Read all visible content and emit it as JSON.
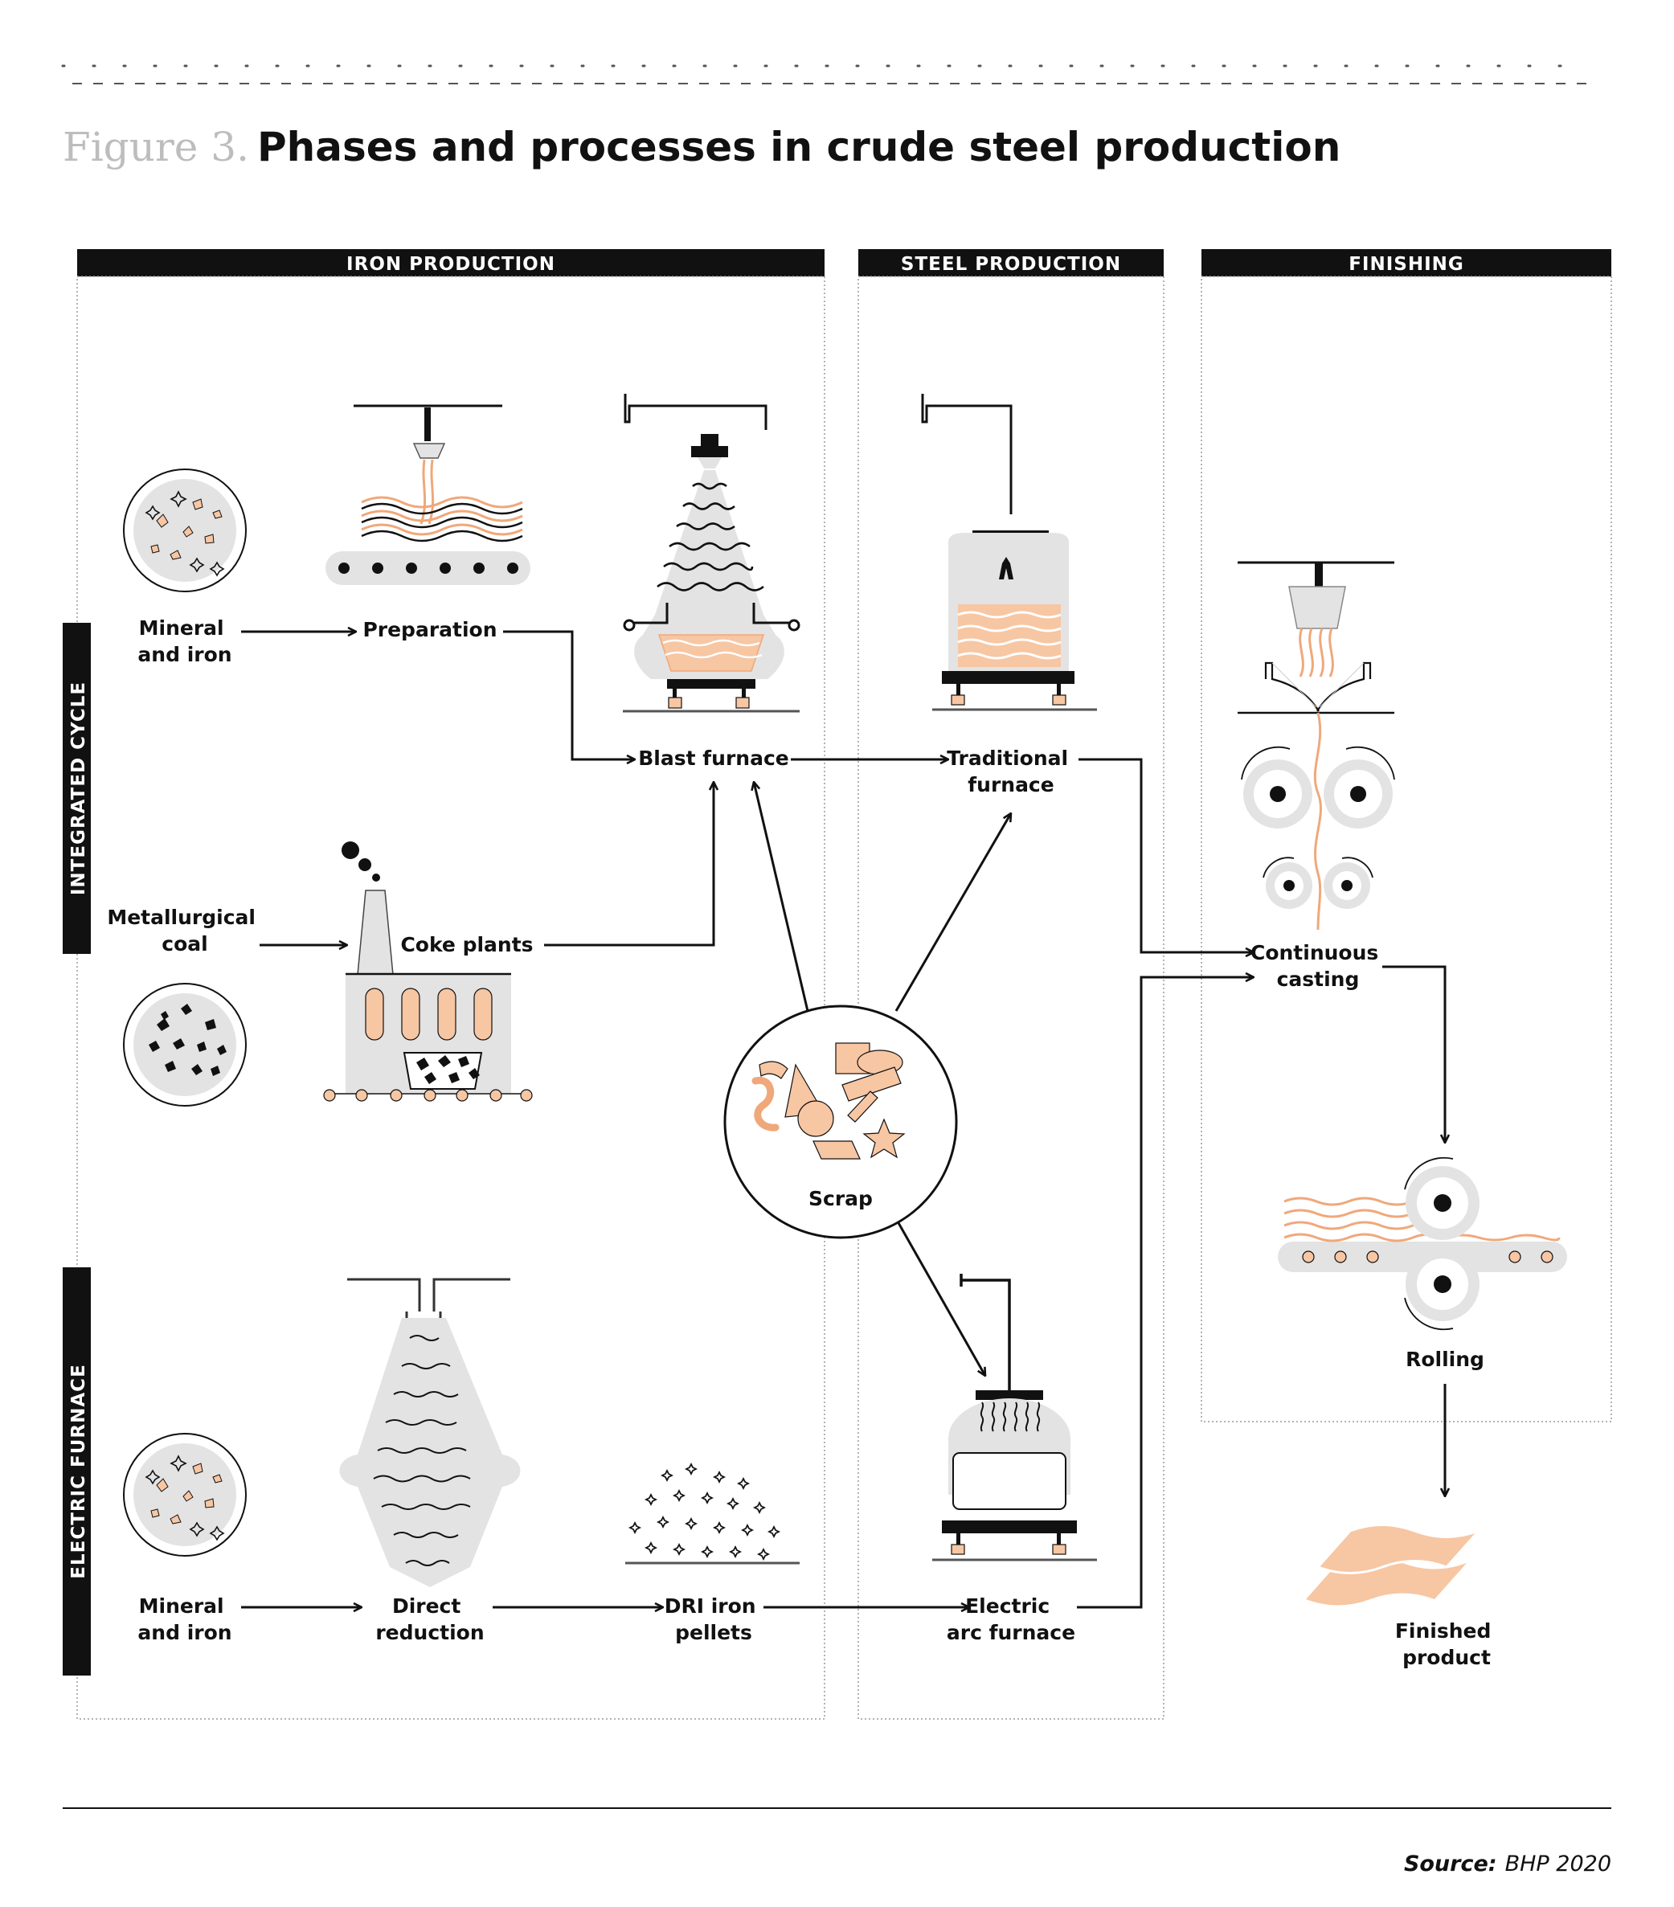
{
  "title": {
    "prefix": "Figure 3.",
    "text": "Phases and processes in crude steel production"
  },
  "columns": {
    "iron_production": "IRON PRODUCTION",
    "steel_production": "STEEL PRODUCTION",
    "finishing": "FINISHING"
  },
  "rows": {
    "integrated_cycle": "INTEGRATED CYCLE",
    "electric_furnace": "ELECTRIC FURNACE"
  },
  "nodes": {
    "mineral_iron_top": [
      "Mineral",
      "and iron"
    ],
    "preparation": "Preparation",
    "blast_furnace": "Blast furnace",
    "traditional_furnace": [
      "Traditional",
      "furnace"
    ],
    "metallurgical_coal": [
      "Metallurgical",
      "coal"
    ],
    "coke_plants": "Coke plants",
    "scrap": "Scrap",
    "continuous_casting": [
      "Continuous",
      "casting"
    ],
    "rolling": "Rolling",
    "finished_product": [
      "Finished",
      "product"
    ],
    "mineral_iron_bottom": [
      "Mineral",
      "and iron"
    ],
    "direct_reduction": [
      "Direct",
      "reduction"
    ],
    "dri_pellets": [
      "DRI iron",
      "pellets"
    ],
    "electric_arc_furnace": [
      "Electric",
      "arc furnace"
    ]
  },
  "source": {
    "label": "Source:",
    "value": "BHP 2020"
  },
  "colors": {
    "ink": "#111111",
    "peach": "#f7c6a3",
    "grey": "#e3e3e3",
    "title_prefix": "#bdbdbd"
  }
}
